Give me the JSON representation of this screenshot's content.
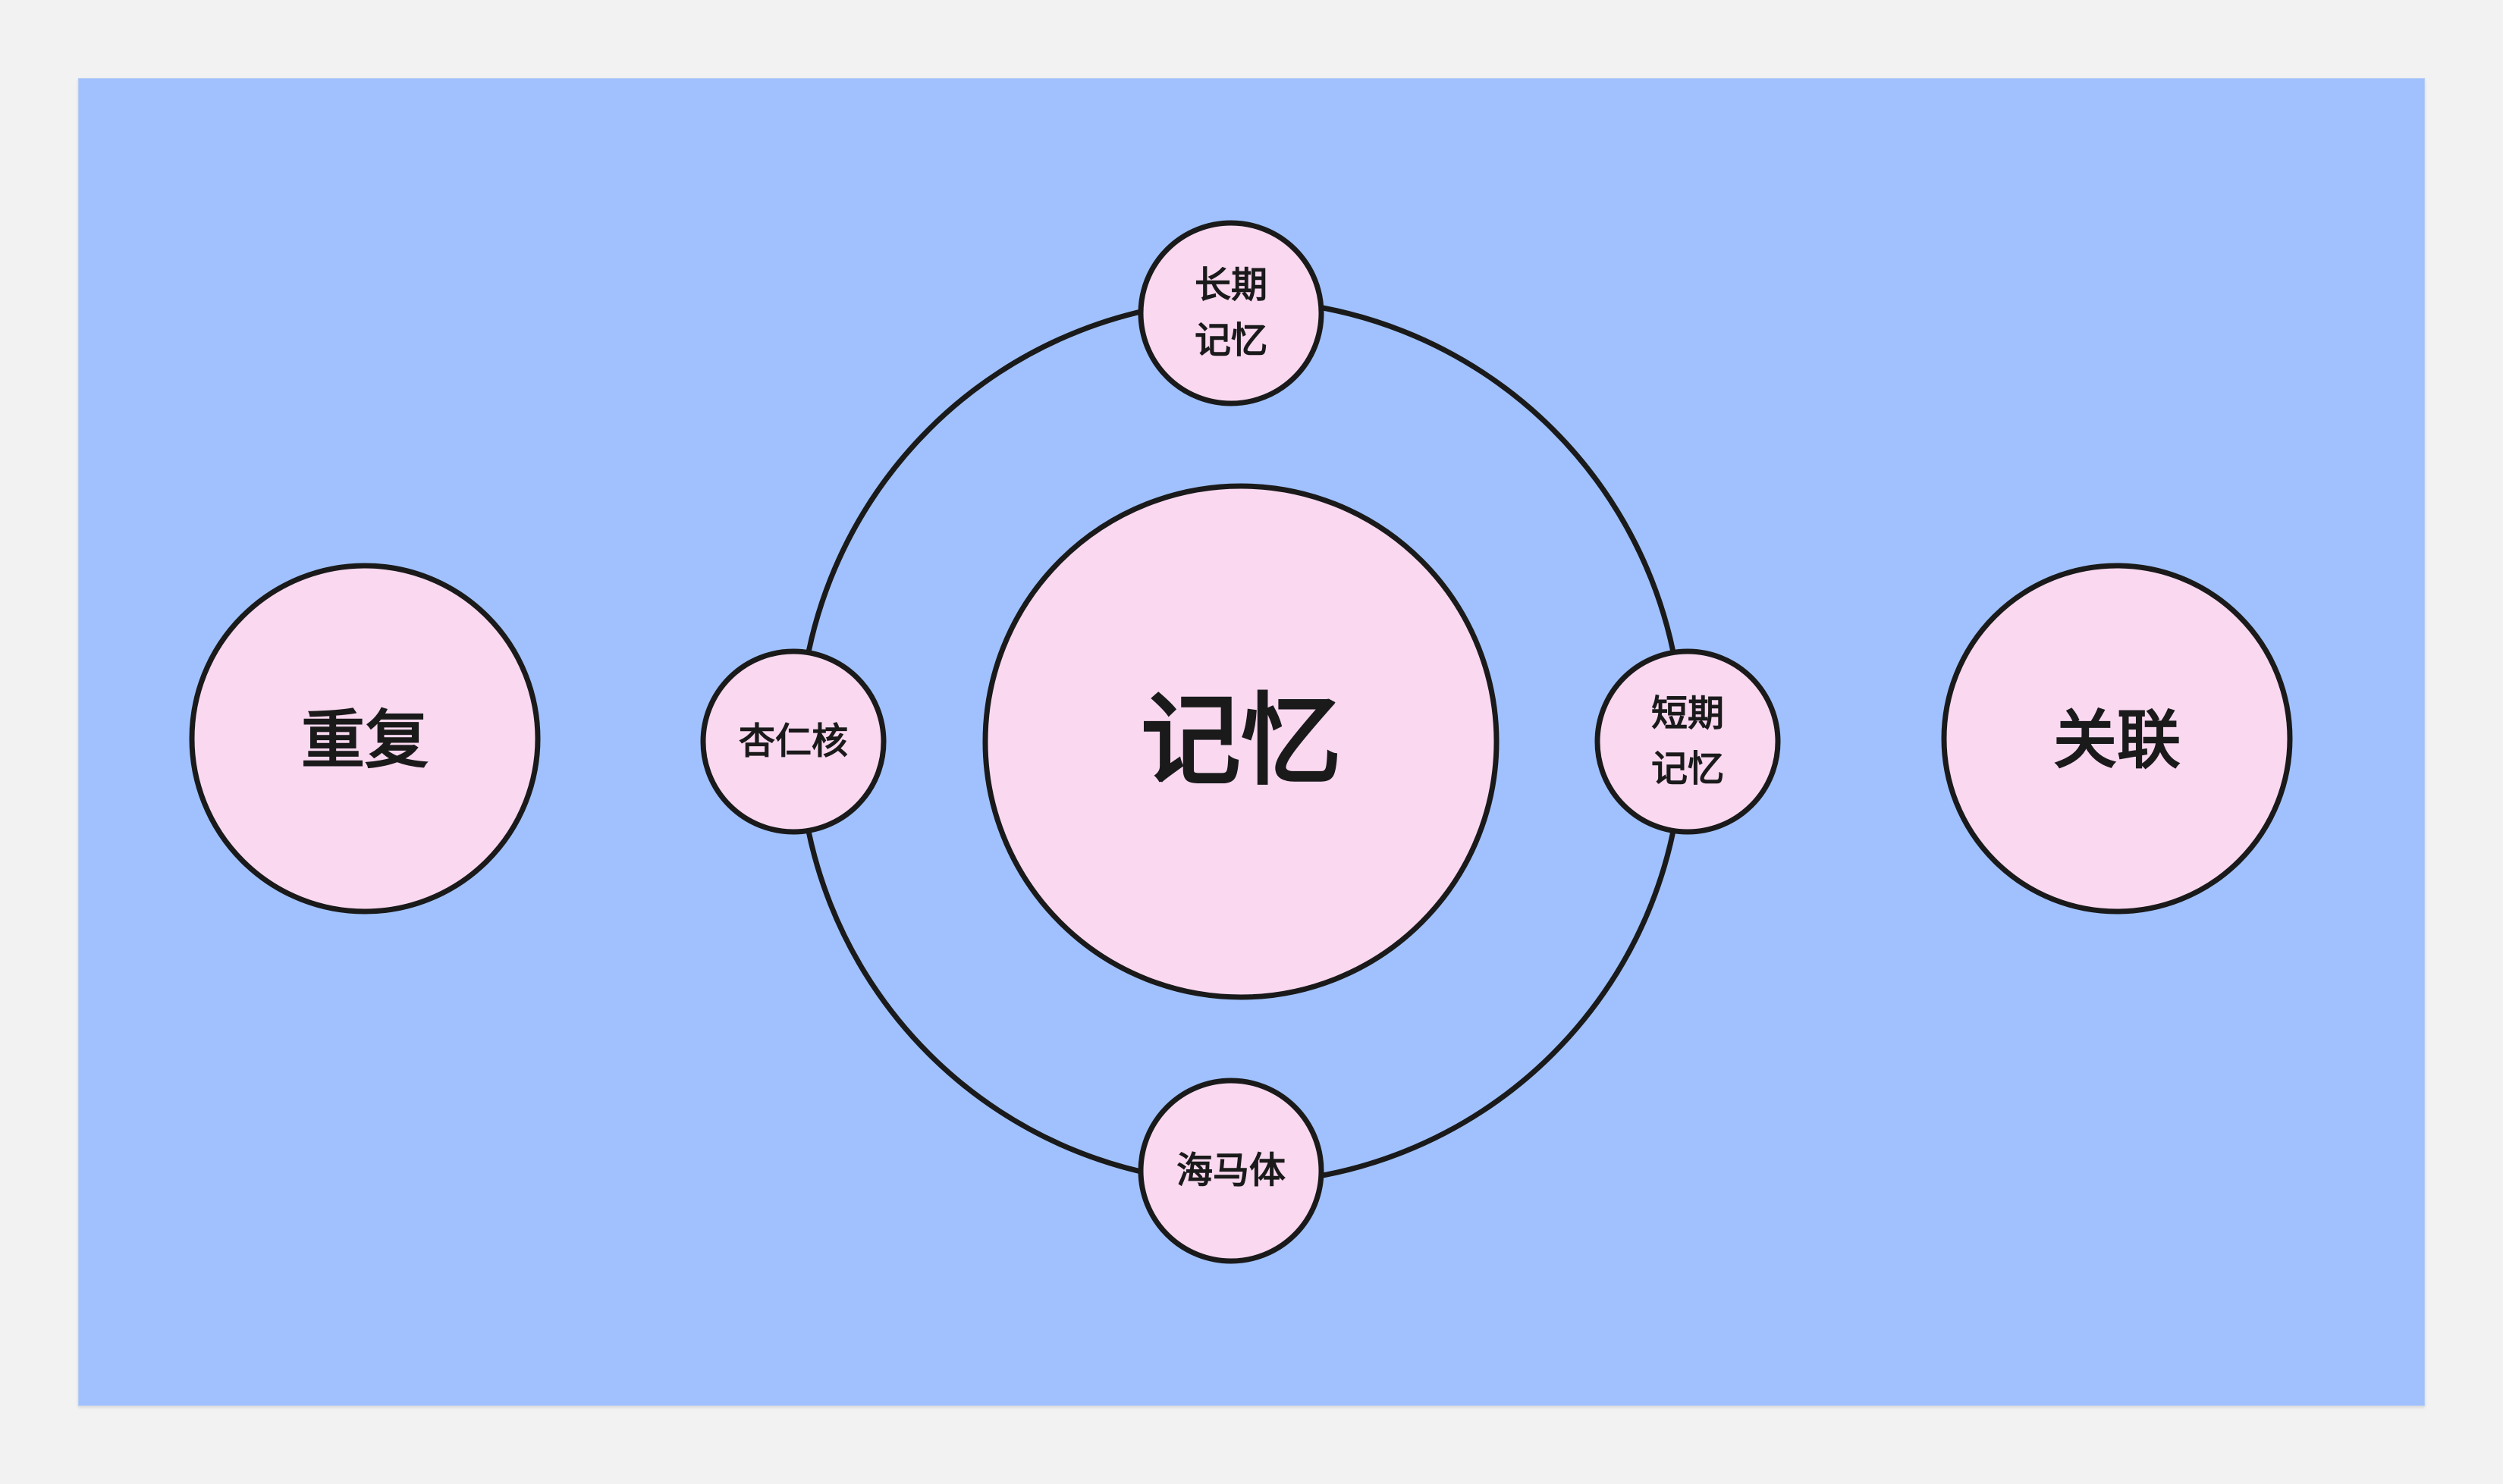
{
  "colors": {
    "page_background": "#f2f2f2",
    "canvas_background": "#a0c1fd",
    "node_fill": "#f9d8f0",
    "stroke": "#1a1a1a",
    "text": "#1a1a1a"
  },
  "diagram": {
    "center_node": {
      "label": "记忆"
    },
    "orbit_nodes": [
      {
        "position": "top",
        "label": "长期\n记忆"
      },
      {
        "position": "right",
        "label": "短期\n记忆"
      },
      {
        "position": "bottom",
        "label": "海马体"
      },
      {
        "position": "left",
        "label": "杏仁核"
      }
    ],
    "side_nodes": [
      {
        "position": "left",
        "label": "重复"
      },
      {
        "position": "right",
        "label": "关联"
      }
    ]
  }
}
